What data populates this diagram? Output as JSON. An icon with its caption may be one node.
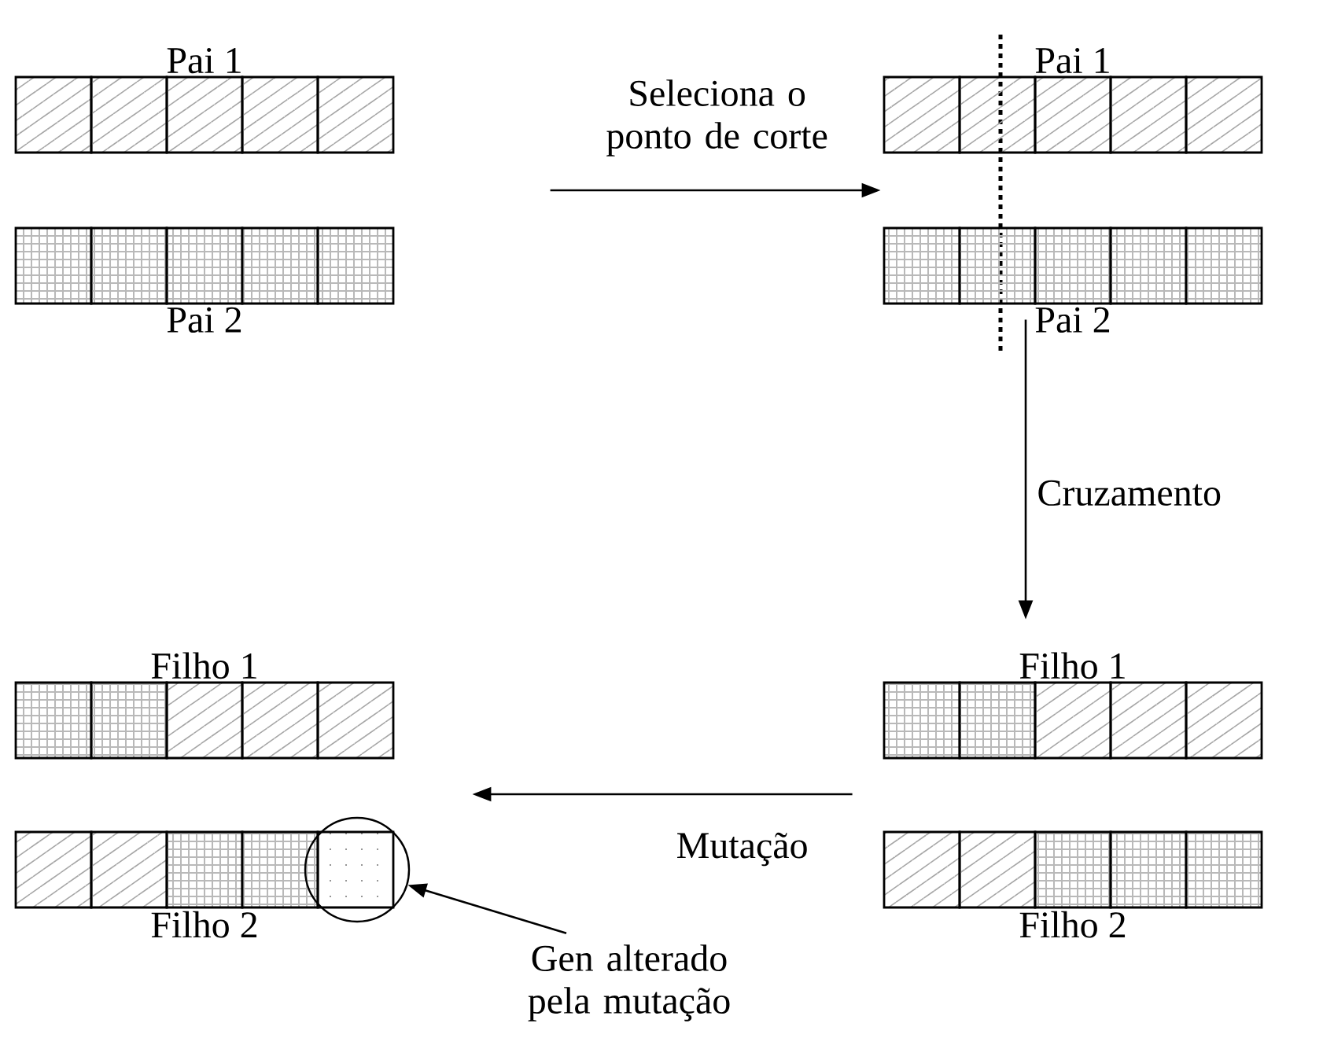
{
  "diagram": {
    "nodes": [
      {
        "text": [
          "Pai 1"
        ]
      },
      {
        "text": [
          "Pai 2"
        ]
      },
      {
        "text": [
          "Pai 1"
        ]
      },
      {
        "text": [
          "Pai 2"
        ]
      },
      {
        "text": [
          "Filho 1"
        ]
      },
      {
        "text": [
          "Filho 1"
        ]
      },
      {
        "text": [
          "Filho 2"
        ]
      },
      {
        "text": [
          "Filho 2"
        ]
      },
      {
        "text": [],
        "shape": "circle"
      },
      {
        "text": [
          "Gen alterado pela mutação"
        ]
      }
    ],
    "edges": [
      {
        "from": null,
        "to": 2,
        "arrow": "to",
        "label": "Seleciona o ponto de corte"
      },
      {
        "from": 3,
        "to": 5,
        "arrow": "to",
        "label": "Cruzamento"
      },
      {
        "from": 7,
        "to": 6,
        "arrow": "to",
        "label": "Mutação"
      },
      {
        "from": 9,
        "to": 8,
        "arrow": "to"
      }
    ]
  }
}
